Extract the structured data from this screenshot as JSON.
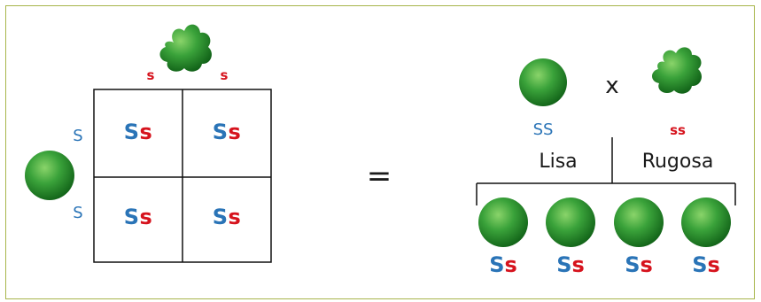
{
  "punnett": {
    "top_alleles": [
      "s",
      "s"
    ],
    "left_alleles": [
      "S",
      "S"
    ],
    "cells": [
      {
        "dominant": "S",
        "recessive": "s"
      },
      {
        "dominant": "S",
        "recessive": "s"
      },
      {
        "dominant": "S",
        "recessive": "s"
      },
      {
        "dominant": "S",
        "recessive": "s"
      }
    ]
  },
  "equals": "=",
  "cross": {
    "symbol": "x",
    "parent_smooth": {
      "genotype": "SS",
      "name": "Lisa"
    },
    "parent_wrinkled": {
      "genotype": "ss",
      "name": "Rugosa"
    }
  },
  "offspring": [
    {
      "dominant": "S",
      "recessive": "s"
    },
    {
      "dominant": "S",
      "recessive": "s"
    },
    {
      "dominant": "S",
      "recessive": "s"
    },
    {
      "dominant": "S",
      "recessive": "s"
    }
  ],
  "colors": {
    "dominant": "#2a74b7",
    "recessive": "#d6131d",
    "pea": "#2e9a2e",
    "border": "#a7b54a"
  }
}
